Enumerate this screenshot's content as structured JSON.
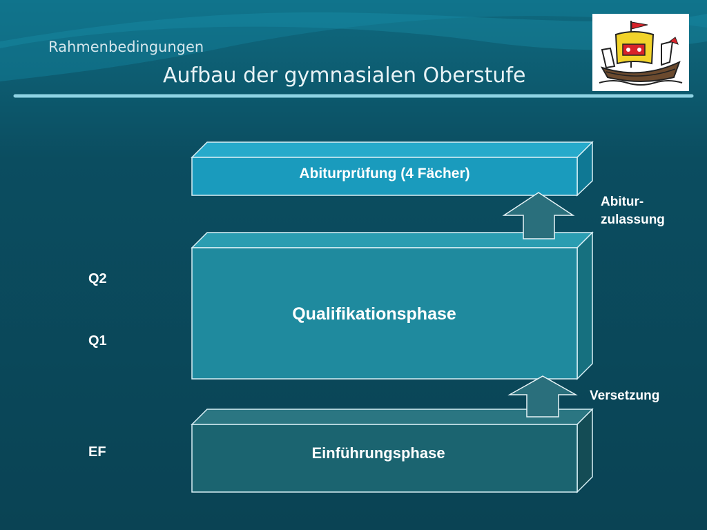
{
  "header": {
    "subtitle": "Rahmenbedingungen",
    "title": "Aufbau der gymnasialen Oberstufe"
  },
  "logo": {
    "icon": "ship-crest-icon"
  },
  "diagram": {
    "boxes": {
      "top": "Abiturprüfung (4 Fächer)",
      "middle": "Qualifikationsphase",
      "bottom": "Einführungsphase"
    },
    "phases": {
      "q2": "Q2",
      "q1": "Q1",
      "ef": "EF"
    },
    "arrows": {
      "upper": {
        "line1": "Abitur-",
        "line2": "zulassung"
      },
      "lower": "Versetzung"
    },
    "colors": {
      "top_box": "#1a9bbd",
      "middle_box": "#1f8a9e",
      "bottom_box": "#1b6470",
      "arrow": "#2a6f7c"
    }
  }
}
